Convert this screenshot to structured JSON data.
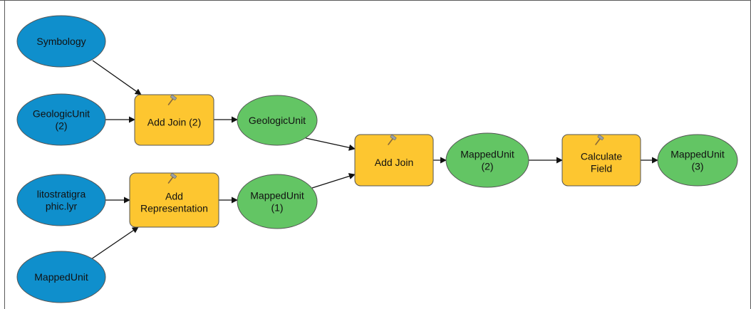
{
  "colors": {
    "input": "#0f8fcc",
    "tool": "#fdc630",
    "output": "#63c564",
    "stroke": "#555555",
    "edge": "#111111"
  },
  "nodes": {
    "symbology": {
      "kind": "input",
      "icon": "",
      "lines": [
        "Symbology"
      ]
    },
    "geologicunit_2": {
      "kind": "input",
      "icon": "",
      "lines": [
        "GeologicUnit",
        "(2)"
      ]
    },
    "litostratigraphic": {
      "kind": "input",
      "icon": "",
      "lines": [
        "litostratigra",
        "phic.lyr"
      ]
    },
    "mappedunit_in": {
      "kind": "input",
      "icon": "",
      "lines": [
        "MappedUnit"
      ]
    },
    "add_join_2": {
      "kind": "tool",
      "icon": "hammer-icon",
      "lines": [
        "Add Join (2)"
      ]
    },
    "add_representation": {
      "kind": "tool",
      "icon": "hammer-icon",
      "lines": [
        "Add",
        "Representation"
      ]
    },
    "geologicunit": {
      "kind": "output",
      "icon": "",
      "lines": [
        "GeologicUnit"
      ]
    },
    "mappedunit_1": {
      "kind": "output",
      "icon": "",
      "lines": [
        "MappedUnit",
        "(1)"
      ]
    },
    "add_join": {
      "kind": "tool",
      "icon": "hammer-icon",
      "lines": [
        "Add Join"
      ]
    },
    "mappedunit_2": {
      "kind": "output",
      "icon": "",
      "lines": [
        "MappedUnit",
        "(2)"
      ]
    },
    "calculate_field": {
      "kind": "tool",
      "icon": "hammer-icon",
      "lines": [
        "Calculate",
        "Field"
      ]
    },
    "mappedunit_3": {
      "kind": "output",
      "icon": "",
      "lines": [
        "MappedUnit",
        "(3)"
      ]
    }
  },
  "edges": [
    {
      "from": "symbology",
      "to": "add_join_2"
    },
    {
      "from": "geologicunit_2",
      "to": "add_join_2"
    },
    {
      "from": "add_join_2",
      "to": "geologicunit"
    },
    {
      "from": "litostratigraphic",
      "to": "add_representation"
    },
    {
      "from": "mappedunit_in",
      "to": "add_representation"
    },
    {
      "from": "add_representation",
      "to": "mappedunit_1"
    },
    {
      "from": "geologicunit",
      "to": "add_join"
    },
    {
      "from": "mappedunit_1",
      "to": "add_join"
    },
    {
      "from": "add_join",
      "to": "mappedunit_2"
    },
    {
      "from": "mappedunit_2",
      "to": "calculate_field"
    },
    {
      "from": "calculate_field",
      "to": "mappedunit_3"
    }
  ]
}
